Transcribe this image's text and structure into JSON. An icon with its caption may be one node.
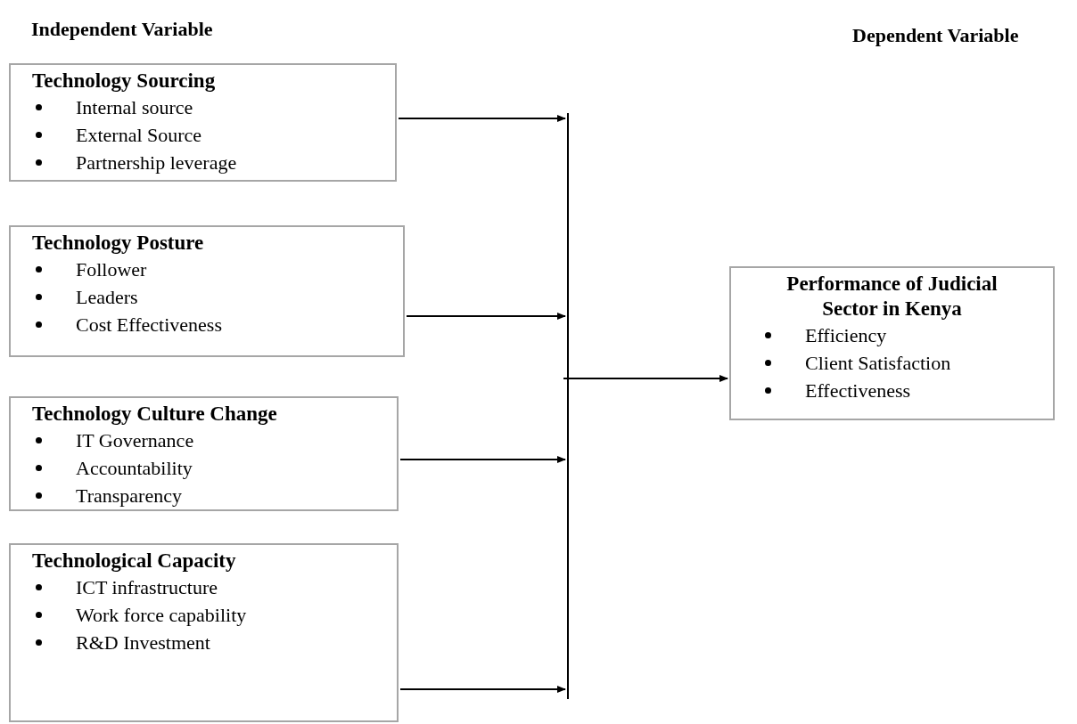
{
  "diagram": {
    "nodes": [
      {
        "text": [
          "Technology Sourcing",
          "Internal source",
          "External Source",
          "Partnership leverage"
        ]
      },
      {
        "text": [
          "Technology Posture",
          "Follower",
          "Leaders",
          "Cost Effectiveness"
        ]
      },
      {
        "text": [
          "Technology Culture Change",
          "IT Governance",
          "Accountability",
          "Transparency"
        ]
      },
      {
        "text": [
          "Technological Capacity",
          "ICT infrastructure",
          "Work force capability",
          "R&D Investment"
        ]
      },
      {
        "text": [],
        "shape": "bar"
      },
      {
        "text": [
          "Performance of Judicial Sector in Kenya",
          "Efficiency",
          "Client Satisfaction",
          "Effectiveness"
        ]
      }
    ],
    "edges": [
      {
        "from": 0,
        "to": 4,
        "arrow": "to"
      },
      {
        "from": 1,
        "to": 4,
        "arrow": "to"
      },
      {
        "from": 2,
        "to": 4,
        "arrow": "to"
      },
      {
        "from": 3,
        "to": 4,
        "arrow": "to"
      },
      {
        "from": 4,
        "to": 5,
        "arrow": "to"
      }
    ],
    "labels": [
      "Independent Variable",
      "Dependent Variable"
    ]
  }
}
